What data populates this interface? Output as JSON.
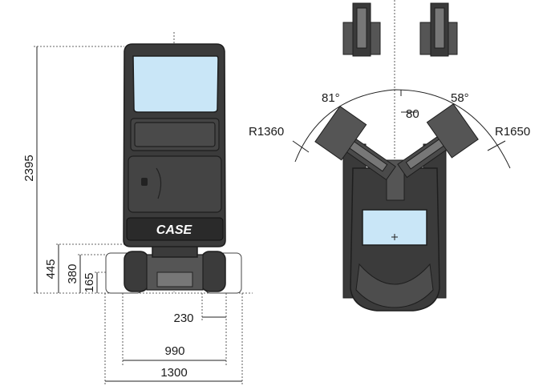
{
  "front_view": {
    "height_total": "2395",
    "height_undercarriage": "445",
    "height_track": "380",
    "ground_clearance": "165",
    "track_width": "230",
    "track_gauge": "990",
    "overall_width": "1300",
    "brand": "CASE"
  },
  "top_view": {
    "swing_left_angle": "81°",
    "swing_right_angle": "58°",
    "offset": "80",
    "radius_left": "R1360",
    "radius_right": "R1650"
  },
  "colors": {
    "machine_body": "#3b3b3b",
    "glass": "#c9e6f7",
    "line": "#222222"
  }
}
